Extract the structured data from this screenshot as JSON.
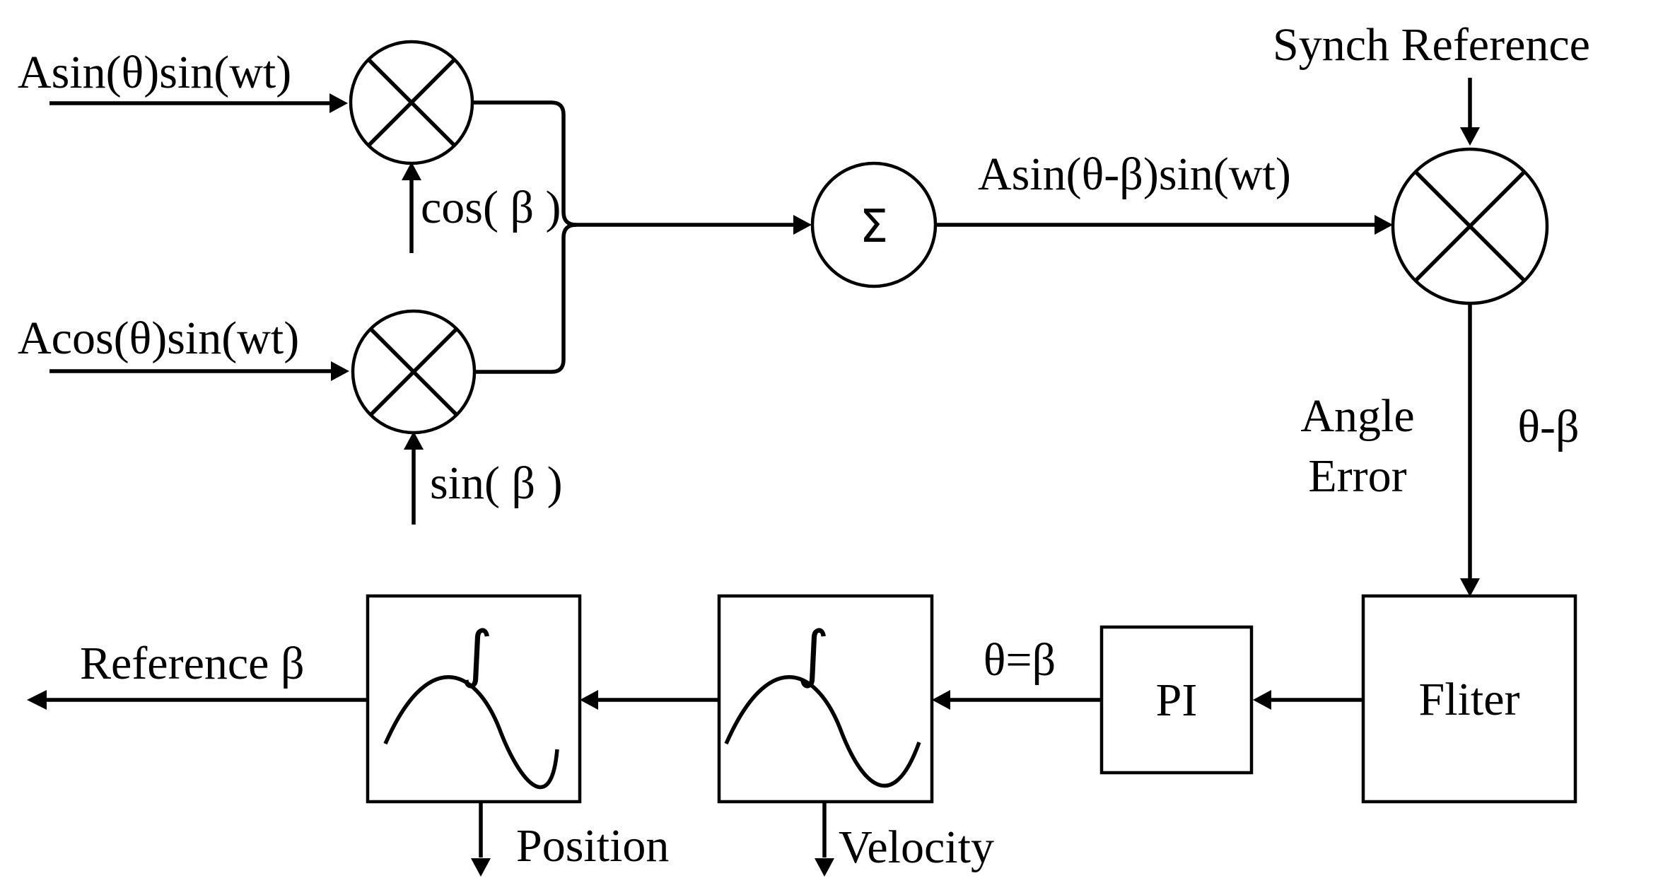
{
  "labels": {
    "input_sin": "Asin(θ)sin(wt)",
    "input_cos": "Acos(θ)sin(wt)",
    "cos_beta": "cos( β )",
    "sin_beta": "sin( β )",
    "sum_output": "Asin(θ-β)sin(wt)",
    "synch_reference": "Synch Reference",
    "angle_error_line1": "Angle",
    "angle_error_line2": "Error",
    "theta_minus_beta": "θ-β",
    "filter": "Fliter",
    "pi": "PI",
    "theta_eq_beta": "θ=β",
    "reference_beta": "Reference β",
    "position": "Position",
    "velocity": "Velocity"
  },
  "symbols": {
    "sum": "Σ",
    "integral": "∫"
  }
}
